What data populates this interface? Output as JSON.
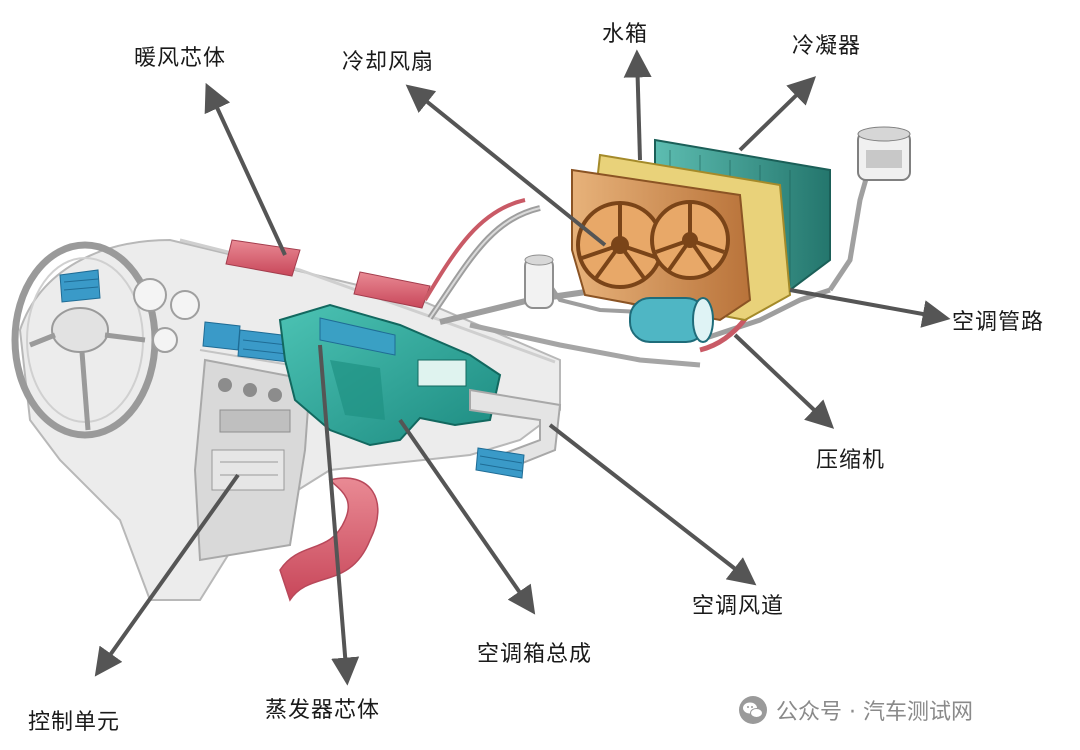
{
  "labels": {
    "heater_core": "暖风芯体",
    "cooling_fan": "冷却风扇",
    "radiator": "水箱",
    "condenser": "冷凝器",
    "ac_pipes": "空调管路",
    "compressor": "压缩机",
    "air_duct": "空调风道",
    "hvac_box": "空调箱总成",
    "evaporator": "蒸发器芯体",
    "control_unit": "控制单元"
  },
  "watermark": {
    "text": "公众号 · 汽车测试网",
    "icon": "wechat-official-account-icon"
  },
  "colors": {
    "dashboard": "#e9e9e9",
    "hvac_box": "#2aa79b",
    "vents": "#2f8fbf",
    "heat_duct": "#d9616f",
    "radiator": "#d89a58",
    "condenser": "#3f9e94",
    "arrow": "#555555"
  }
}
